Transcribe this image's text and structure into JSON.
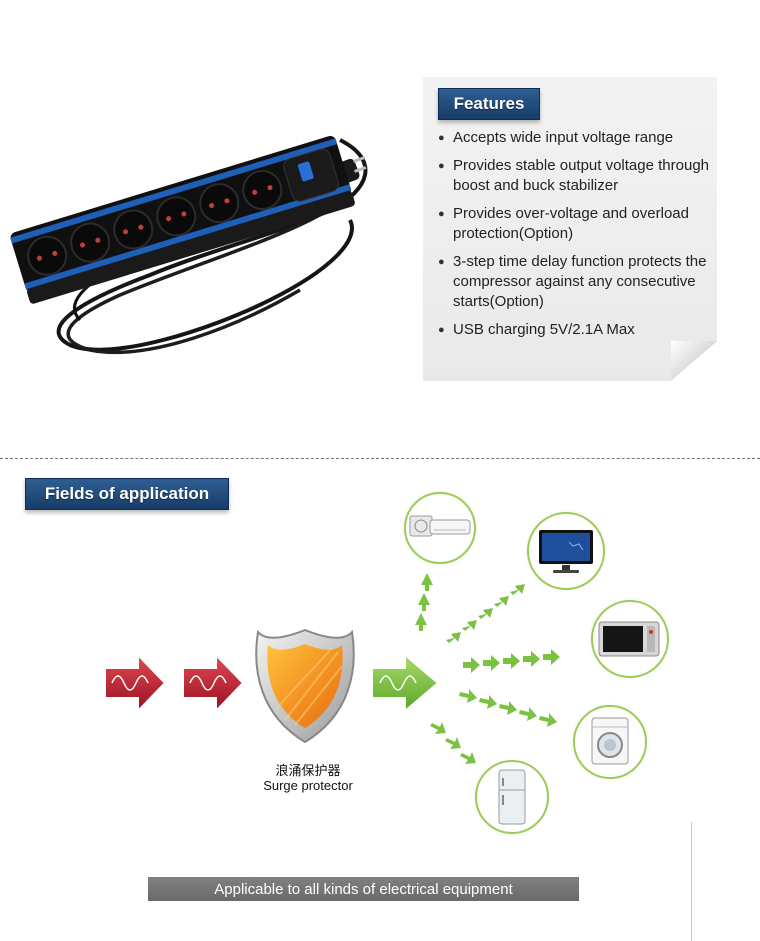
{
  "features": {
    "title": "Features",
    "items": [
      "Accepts wide input voltage range",
      "Provides stable output voltage through boost and buck stabilizer",
      "Provides over-voltage and overload protection(Option)",
      "3-step time delay function protects the compressor against any consecutive starts(Option)",
      "USB charging 5V/2.1A Max"
    ]
  },
  "fields": {
    "title": "Fields of application",
    "surge_protector_cn": "浪涌保护器",
    "surge_protector_en": "Surge protector",
    "footer": "Applicable to all kinds of electrical equipment",
    "appliances": [
      "air-conditioner-icon",
      "tv-icon",
      "microwave-icon",
      "washing-machine-icon",
      "refrigerator-icon"
    ]
  },
  "colors": {
    "badge_blue": "#1e4a7c",
    "strip_blue": "#1f5fb8",
    "arrow_red": "#b8192a",
    "arrow_green": "#7cc242",
    "circle_green": "#9ccc55",
    "shield_orange": "#f39a1c",
    "bar_gray": "#757575"
  }
}
